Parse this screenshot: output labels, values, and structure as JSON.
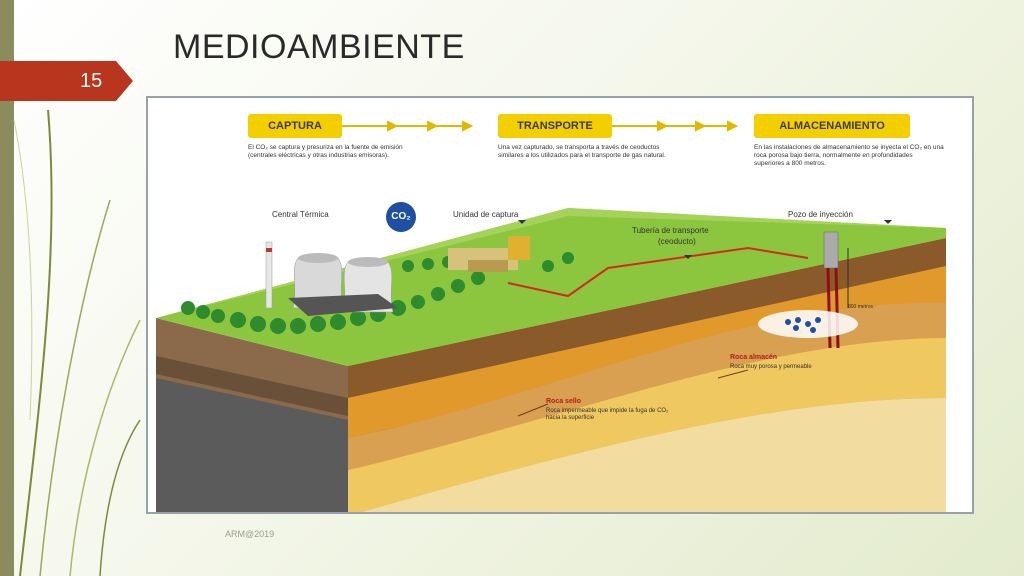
{
  "slide": {
    "title": "MEDIOAMBIENTE",
    "page_number": "15",
    "footer": "ARM@2019"
  },
  "diagram": {
    "stages": [
      {
        "label": "CAPTURA",
        "description": "El CO₂ se captura y presuriza en la fuente de emisión (centrales eléctricas y otras industrias emisoras)."
      },
      {
        "label": "TRANSPORTE",
        "description": "Una vez capturado, se transporta a través de ceoductos similares a los utilizados para el transporte de gas natural."
      },
      {
        "label": "ALMACENAMIENTO",
        "description": "En las instalaciones de almacenamiento se inyecta el CO₂ en una roca porosa bajo tierra, normalmente en profundidades superiores a 800 metros."
      }
    ],
    "labels": {
      "central_termica": "Central Térmica",
      "co2": "CO₂",
      "unidad_captura": "Unidad de captura",
      "tuberia": "Tubería de transporte",
      "tuberia_sub": "(ceoducto)",
      "pozo": "Pozo de inyección",
      "depth": "800 metros",
      "roca_almacen": "Roca almacén",
      "roca_almacen_desc": "Roca muy porosa y permeable",
      "roca_sello": "Roca sello",
      "roca_sello_desc": "Roca impermeable que impide la fuga de CO₂ hacia la superficie"
    },
    "colors": {
      "stage_box": "#f4cf00",
      "grass": "#8cc63f",
      "pipeline": "#d42a1e",
      "reservoir": "#e8b53a"
    }
  }
}
